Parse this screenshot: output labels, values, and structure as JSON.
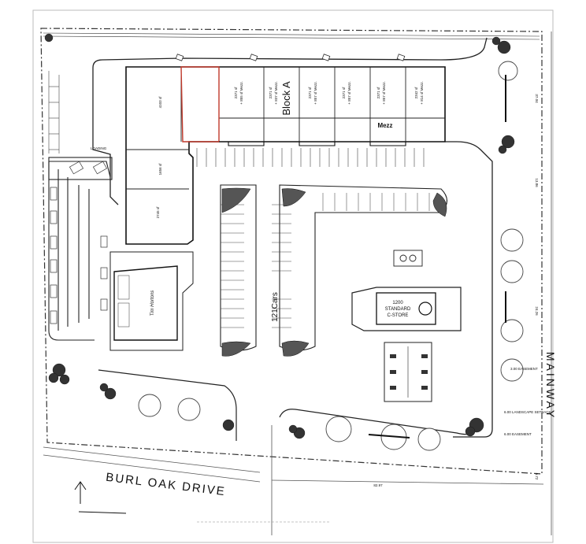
{
  "plan": {
    "block_label": "Block A",
    "mezz_label": "Mezz",
    "cars_label": "121Cars",
    "store_label_line1": "1200",
    "store_label_line2": "STANDARD",
    "store_label_line3": "C-STORE",
    "street_bottom": "BURL OAK DRIVE",
    "street_right": "MAINWAY"
  },
  "units": [
    {
      "area": "2342 sf",
      "sub": "+ 814 sf Mezz."
    },
    {
      "area": "2371 sf",
      "sub": "+ 857 sf Mezz."
    },
    {
      "area": "2371 sf",
      "sub": "+ 857 sf Mezz."
    },
    {
      "area": "2371 sf",
      "sub": "+ 857 sf Mezz."
    },
    {
      "area": "2371 sf",
      "sub": "+ 837 sf Mezz."
    },
    {
      "area": "2371 sf",
      "sub": "+ 855 sf Mezz."
    }
  ],
  "west_units": [
    {
      "area": "4103 sf"
    },
    {
      "area": "1656 sf"
    },
    {
      "area": "2745 sf"
    }
  ],
  "dims": {
    "right_top": "37.04",
    "right_mid": "13.86",
    "right_main": "24.26",
    "right_bottom": "5.72",
    "bottom": "82.97"
  },
  "notes": {
    "easement_1": "3.00 EASEMENT",
    "landscape": "6.00 LANDSCAPE SETBACK",
    "easement_2": "6.00 EASEMENT",
    "loading": "LOADING",
    "restaurant": "Tim Hortons"
  }
}
